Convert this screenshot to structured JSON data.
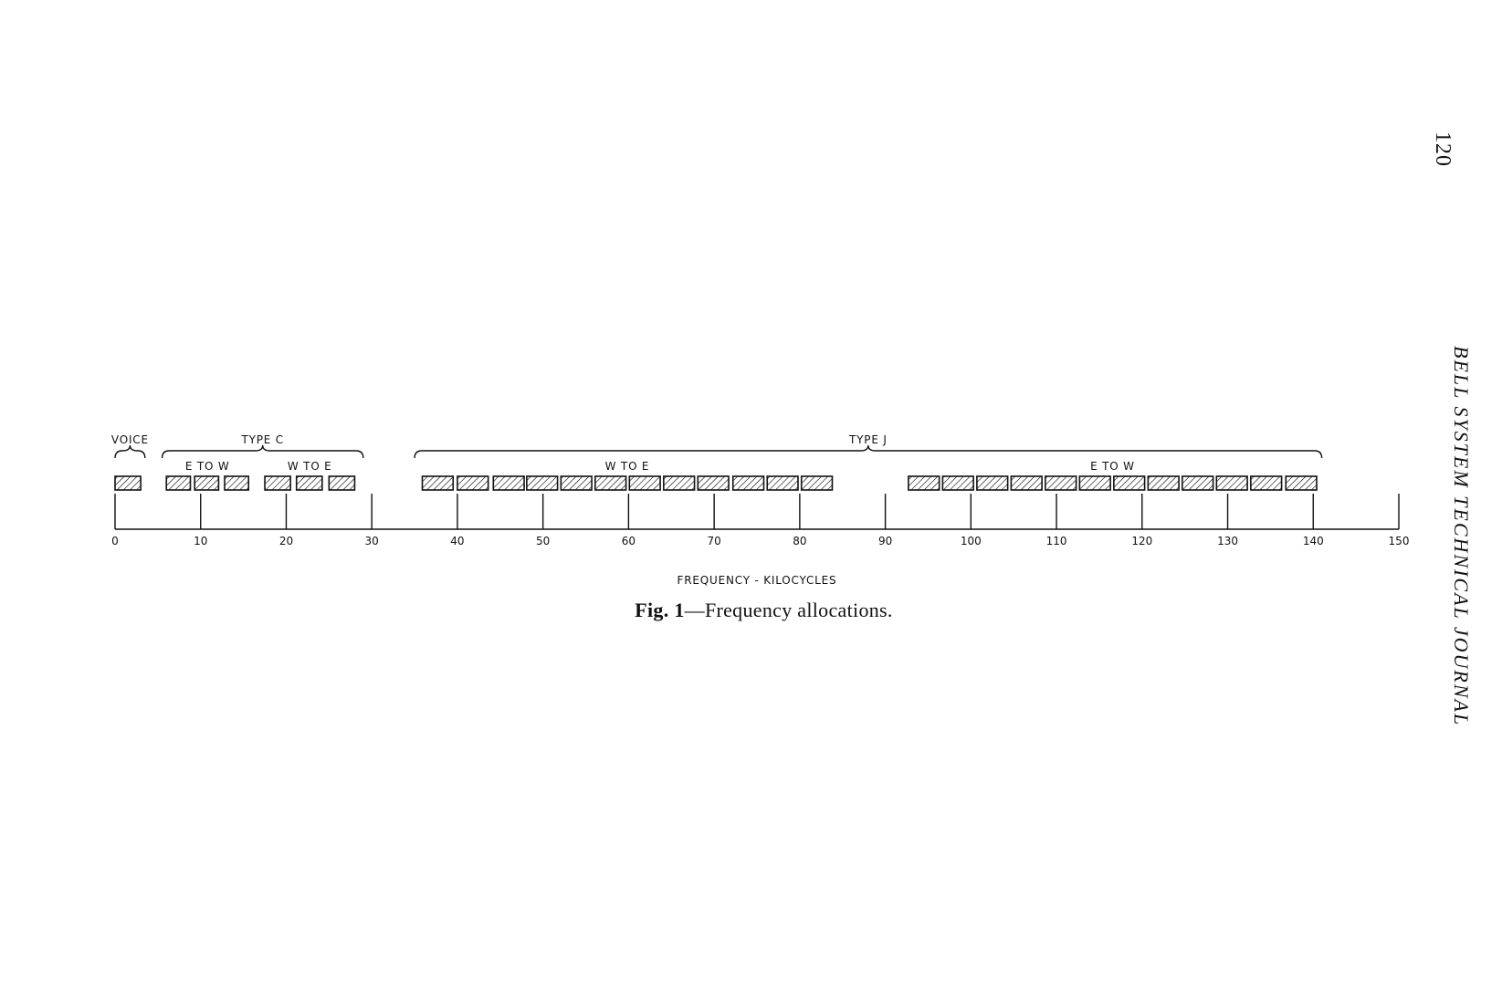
{
  "page_number": "120",
  "running_head": "BELL SYSTEM TECHNICAL JOURNAL",
  "caption": {
    "figure_label": "Fig. 1",
    "title": "—Frequency allocations."
  },
  "axis": {
    "label": "FREQUENCY - KILOCYCLES",
    "range": [
      0,
      150
    ],
    "major_ticks": [
      0,
      10,
      20,
      30,
      40,
      50,
      60,
      70,
      80,
      90,
      100,
      110,
      120,
      130,
      140,
      150
    ],
    "tick_labels": [
      "0",
      "10",
      "20",
      "30",
      "40",
      "50",
      "60",
      "70",
      "80",
      "90",
      "100",
      "110",
      "120",
      "130",
      "140",
      "150"
    ]
  },
  "systems": [
    {
      "label": "VOICE",
      "range_khz": [
        0,
        3.5
      ]
    },
    {
      "label": "TYPE C",
      "range_khz": [
        5.5,
        29
      ]
    },
    {
      "label": "TYPE J",
      "range_khz": [
        35,
        141
      ]
    }
  ],
  "direction_groups": [
    {
      "label": "E TO W",
      "system": "TYPE C",
      "channels_khz": [
        [
          6,
          8.8
        ],
        [
          9.3,
          12.1
        ],
        [
          12.8,
          15.6
        ]
      ]
    },
    {
      "label": "W TO E",
      "system": "TYPE C",
      "channels_khz": [
        [
          17.5,
          20.5
        ],
        [
          21.2,
          24.2
        ],
        [
          25,
          28
        ]
      ]
    },
    {
      "label": "W TO E",
      "system": "TYPE J",
      "channels_khz": [
        [
          35.9,
          39.5
        ],
        [
          40,
          43.6
        ],
        [
          44.2,
          47.8
        ],
        [
          48.1,
          51.7
        ],
        [
          52.1,
          55.7
        ],
        [
          56.1,
          59.7
        ],
        [
          60.1,
          63.7
        ],
        [
          64.1,
          67.7
        ],
        [
          68.1,
          71.7
        ],
        [
          72.2,
          75.8
        ],
        [
          76.2,
          79.8
        ],
        [
          80.2,
          83.8
        ]
      ]
    },
    {
      "label": "E TO W",
      "system": "TYPE J",
      "channels_khz": [
        [
          92.7,
          96.3
        ],
        [
          96.7,
          100.3
        ],
        [
          100.7,
          104.3
        ],
        [
          104.7,
          108.3
        ],
        [
          108.7,
          112.3
        ],
        [
          112.7,
          116.3
        ],
        [
          116.7,
          120.3
        ],
        [
          120.7,
          124.3
        ],
        [
          124.7,
          128.3
        ],
        [
          128.7,
          132.3
        ],
        [
          132.7,
          136.3
        ],
        [
          136.8,
          140.4
        ]
      ]
    }
  ],
  "voice_channel_khz": [
    0,
    3
  ]
}
